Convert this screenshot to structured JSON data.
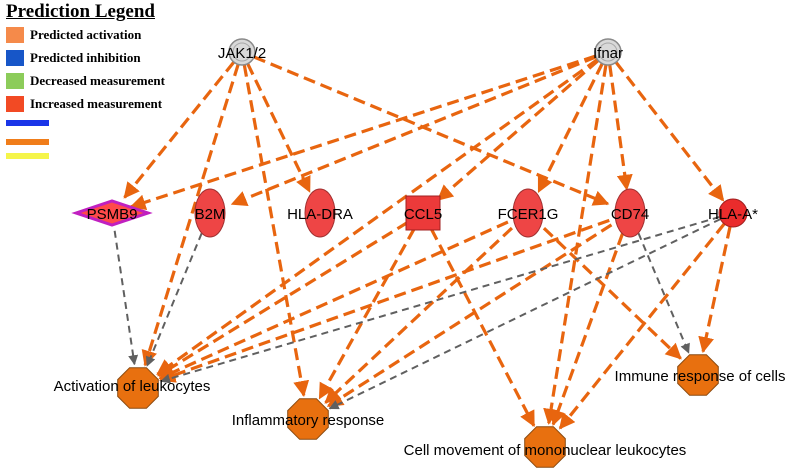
{
  "legend": {
    "title": "Prediction Legend",
    "items": [
      {
        "label": "Predicted activation",
        "color": "#f58a4a"
      },
      {
        "label": "Predicted inhibition",
        "color": "#1756c8"
      },
      {
        "label": "Decreased measurement",
        "color": "#8ccc5a"
      },
      {
        "label": "Increased measurement",
        "color": "#f24a24"
      }
    ],
    "lines": [
      {
        "color": "#1a35e8"
      },
      {
        "color": "#f07d1a"
      },
      {
        "color": "#f5f54a"
      }
    ]
  },
  "regulators": [
    {
      "id": "jak",
      "label": "JAK1/2"
    },
    {
      "id": "ifnar",
      "label": "Ifnar"
    }
  ],
  "molecules": [
    {
      "id": "psmb9",
      "label": "PSMB9",
      "shape": "diamond"
    },
    {
      "id": "b2m",
      "label": "B2M",
      "shape": "ellipse"
    },
    {
      "id": "hladra",
      "label": "HLA-DRA",
      "shape": "ellipse"
    },
    {
      "id": "ccl5",
      "label": "CCL5",
      "shape": "square"
    },
    {
      "id": "fcer1g",
      "label": "FCER1G",
      "shape": "ellipse"
    },
    {
      "id": "cd74",
      "label": "CD74",
      "shape": "ellipse"
    },
    {
      "id": "hlaa",
      "label": "HLA-A*",
      "shape": "circle"
    }
  ],
  "functions": [
    {
      "id": "act",
      "label": "Activation of leukocytes"
    },
    {
      "id": "inf",
      "label": "Inflammatory response"
    },
    {
      "id": "mov",
      "label": "Cell movement of mononuclear leukocytes"
    },
    {
      "id": "imm",
      "label": "Immune response of cells"
    }
  ],
  "colors": {
    "activation_edge": "#e8650f",
    "neutral_edge": "#606060",
    "function_fill": "#e8700f",
    "molecule_fill": "#ee4545",
    "psmb9_border": "#c020c0",
    "regulator_fill": "#d9d9d9"
  },
  "edges": [
    {
      "from": "jak",
      "to": "psmb9",
      "type": "activation"
    },
    {
      "from": "jak",
      "to": "hladra",
      "type": "activation"
    },
    {
      "from": "jak",
      "to": "cd74",
      "type": "activation"
    },
    {
      "from": "jak",
      "to": "act",
      "type": "activation"
    },
    {
      "from": "jak",
      "to": "inf",
      "type": "activation"
    },
    {
      "from": "ifnar",
      "to": "psmb9",
      "type": "activation"
    },
    {
      "from": "ifnar",
      "to": "b2m",
      "type": "activation"
    },
    {
      "from": "ifnar",
      "to": "ccl5",
      "type": "activation"
    },
    {
      "from": "ifnar",
      "to": "fcer1g",
      "type": "activation"
    },
    {
      "from": "ifnar",
      "to": "cd74",
      "type": "activation"
    },
    {
      "from": "ifnar",
      "to": "hlaa",
      "type": "activation"
    },
    {
      "from": "ifnar",
      "to": "act",
      "type": "activation"
    },
    {
      "from": "psmb9",
      "to": "act",
      "type": "neutral"
    },
    {
      "from": "b2m",
      "to": "act",
      "type": "neutral"
    },
    {
      "from": "ccl5",
      "to": "act",
      "type": "activation"
    },
    {
      "from": "ccl5",
      "to": "inf",
      "type": "activation"
    },
    {
      "from": "ccl5",
      "to": "mov",
      "type": "activation"
    },
    {
      "from": "fcer1g",
      "to": "act",
      "type": "activation"
    },
    {
      "from": "fcer1g",
      "to": "inf",
      "type": "activation"
    },
    {
      "from": "fcer1g",
      "to": "imm",
      "type": "activation"
    },
    {
      "from": "cd74",
      "to": "act",
      "type": "activation"
    },
    {
      "from": "cd74",
      "to": "inf",
      "type": "activation"
    },
    {
      "from": "cd74",
      "to": "mov",
      "type": "activation"
    },
    {
      "from": "cd74",
      "to": "imm",
      "type": "neutral"
    },
    {
      "from": "hlaa",
      "to": "act",
      "type": "neutral"
    },
    {
      "from": "hlaa",
      "to": "inf",
      "type": "neutral"
    },
    {
      "from": "hlaa",
      "to": "mov",
      "type": "activation"
    },
    {
      "from": "hlaa",
      "to": "imm",
      "type": "activation"
    },
    {
      "from": "ifnar",
      "to": "mov",
      "type": "activation"
    }
  ]
}
